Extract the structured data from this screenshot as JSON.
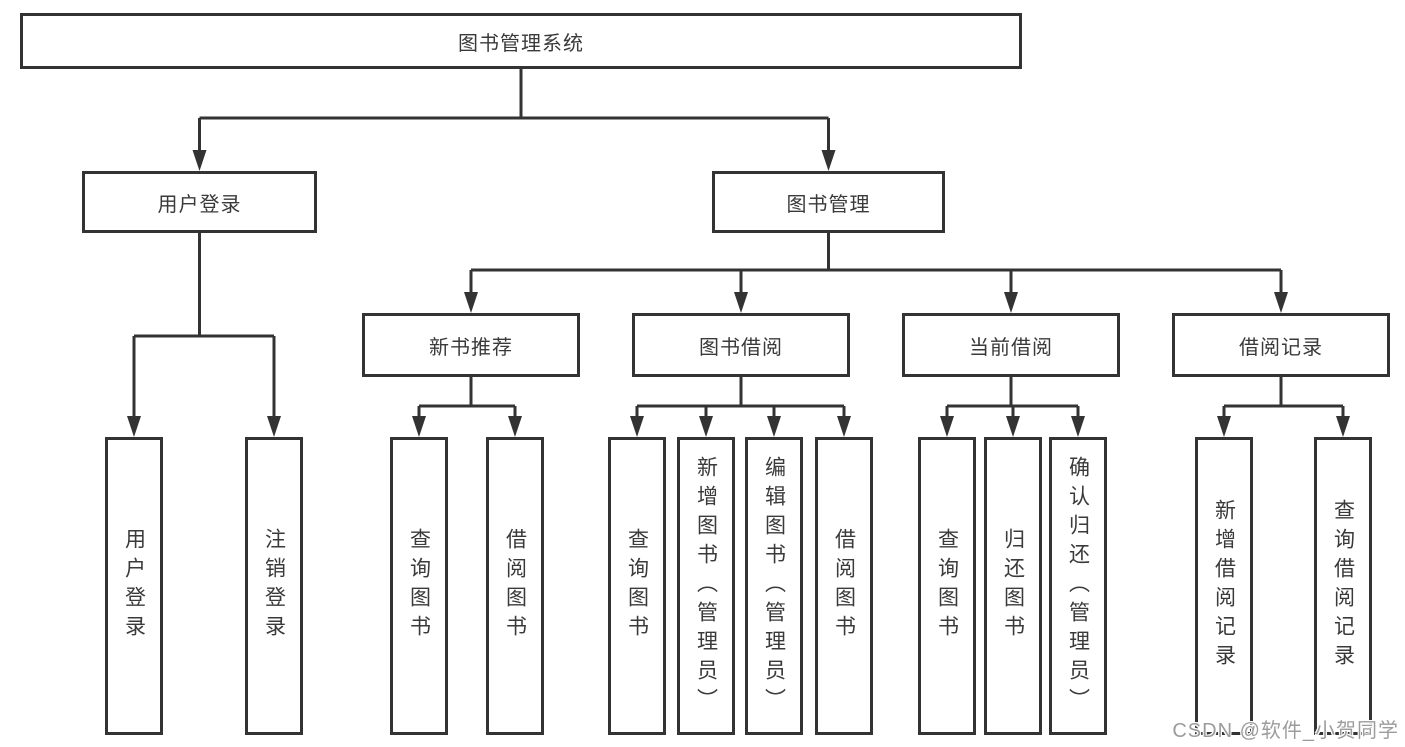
{
  "tree": {
    "root": {
      "label": "图书管理系统"
    },
    "level2": [
      {
        "label": "用户登录",
        "children": [
          {
            "label": "用户登录"
          },
          {
            "label": "注销登录"
          }
        ]
      },
      {
        "label": "图书管理",
        "children": [
          {
            "label": "新书推荐",
            "children": [
              {
                "label": "查询图书"
              },
              {
                "label": "借阅图书"
              }
            ]
          },
          {
            "label": "图书借阅",
            "children": [
              {
                "label": "查询图书"
              },
              {
                "label": "新增图书（管理员）"
              },
              {
                "label": "编辑图书（管理员）"
              },
              {
                "label": "借阅图书"
              }
            ]
          },
          {
            "label": "当前借阅",
            "children": [
              {
                "label": "查询图书"
              },
              {
                "label": "归还图书"
              },
              {
                "label": "确认归还（管理员）"
              }
            ]
          },
          {
            "label": "借阅记录",
            "children": [
              {
                "label": "新增借阅记录"
              },
              {
                "label": "查询借阅记录"
              }
            ]
          }
        ]
      }
    ]
  },
  "watermark": {
    "text": "CSDN @软件_小贺同学"
  },
  "colors": {
    "line": "#333333",
    "box_border": "#333333",
    "text": "#3a3a3a",
    "background": "#ffffff",
    "watermark": "#9c9c9c"
  }
}
